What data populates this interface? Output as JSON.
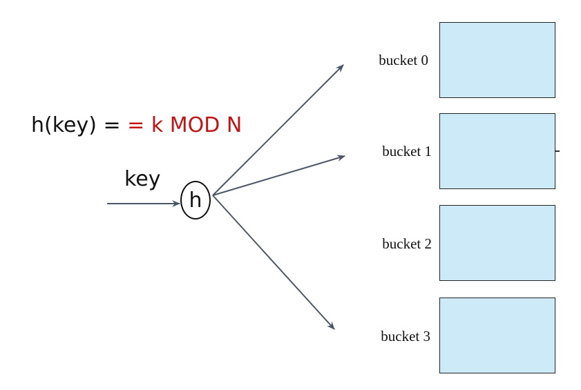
{
  "diagram": {
    "formula": {
      "lhs": "h(key) = ",
      "rhs": "= k MOD N",
      "colors": {
        "lhs": "#111111",
        "rhs": "#c01414"
      }
    },
    "input_label": "key",
    "hash_node_label": "h",
    "arrow_color": "#4a5565",
    "bucket_fill": "#cdeaf9",
    "buckets": [
      {
        "label": "bucket 0"
      },
      {
        "label": "bucket 1"
      },
      {
        "label": "bucket 2"
      },
      {
        "label": "bucket 3"
      }
    ],
    "edges": [
      {
        "from": "key",
        "to": "h"
      },
      {
        "from": "h",
        "to": "bucket 0"
      },
      {
        "from": "h",
        "to": "bucket 1"
      },
      {
        "from": "h",
        "to": "bucket 3"
      }
    ]
  }
}
